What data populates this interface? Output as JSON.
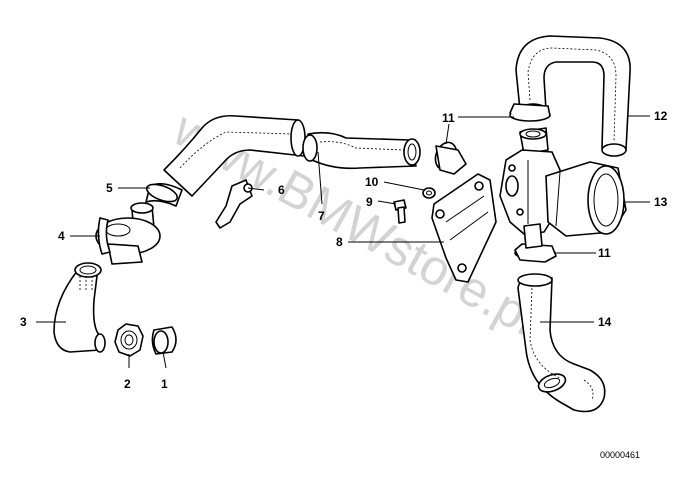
{
  "watermark": "www.BMWstore.pl",
  "reference_number": "00000461",
  "callouts": {
    "c1": "1",
    "c2": "2",
    "c3": "3",
    "c4": "4",
    "c5": "5",
    "c6": "6",
    "c7": "7",
    "c8": "8",
    "c9": "9",
    "c10": "10",
    "c11a": "11",
    "c11b": "11",
    "c12": "12",
    "c13": "13",
    "c14": "14"
  }
}
